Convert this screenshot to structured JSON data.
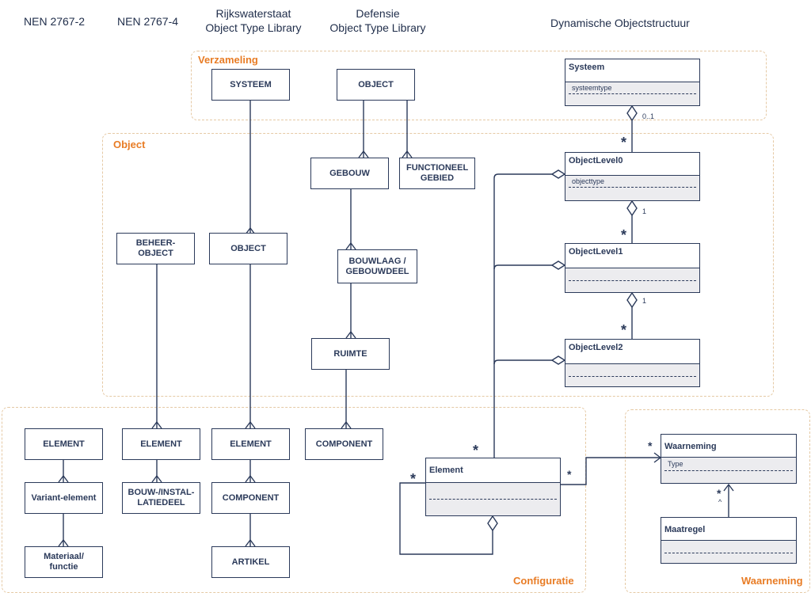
{
  "headers": {
    "nen2767_2": "NEN 2767-2",
    "nen2767_4": "NEN 2767-4",
    "rws_line1": "Rijkswaterstaat",
    "rws_line2": "Object Type Library",
    "def_line1": "Defensie",
    "def_line2": "Object Type Library",
    "dyn": "Dynamische Objectstructuur"
  },
  "regions": {
    "verzameling": "Verzameling",
    "object": "Object",
    "configuratie": "Configuratie",
    "waarneming": "Waarneming"
  },
  "boxes": {
    "rws_systeem": "SYSTEEM",
    "def_object": "OBJECT",
    "def_gebouw": "GEBOUW",
    "def_functioneel_gebied": "FUNCTIONEEL GEBIED",
    "nen4_beheerobject": "BEHEER-OBJECT",
    "rws_object": "OBJECT",
    "def_bouwlaag": "BOUWLAAG / GEBOUWDEEL",
    "def_ruimte": "RUIMTE",
    "nen2_element": "ELEMENT",
    "nen4_element": "ELEMENT",
    "rws_element": "ELEMENT",
    "def_component": "COMPONENT",
    "nen2_variant": "Variant-element",
    "nen4_bouwdeel": "BOUW-/INSTAL-LATIEDEEL",
    "rws_component": "COMPONENT",
    "nen2_materiaal": "Materiaal/ functie",
    "rws_artikel": "ARTIKEL"
  },
  "classes": {
    "systeem": {
      "name": "Systeem",
      "attr": "systeemtype"
    },
    "level0": {
      "name": "ObjectLevel0",
      "attr": "objecttype"
    },
    "level1": {
      "name": "ObjectLevel1",
      "attr": ""
    },
    "level2": {
      "name": "ObjectLevel2",
      "attr": ""
    },
    "element": {
      "name": "Element",
      "attr": ""
    },
    "waarneming": {
      "name": "Waarneming",
      "attr": "Type"
    },
    "maatregel": {
      "name": "Maatregel",
      "attr": ""
    }
  },
  "multiplicities": {
    "systeem_level0_one": "0..1",
    "level0_level1_one": "1",
    "level1_level2_one": "1",
    "many": "*",
    "waarneming_back": "^"
  }
}
